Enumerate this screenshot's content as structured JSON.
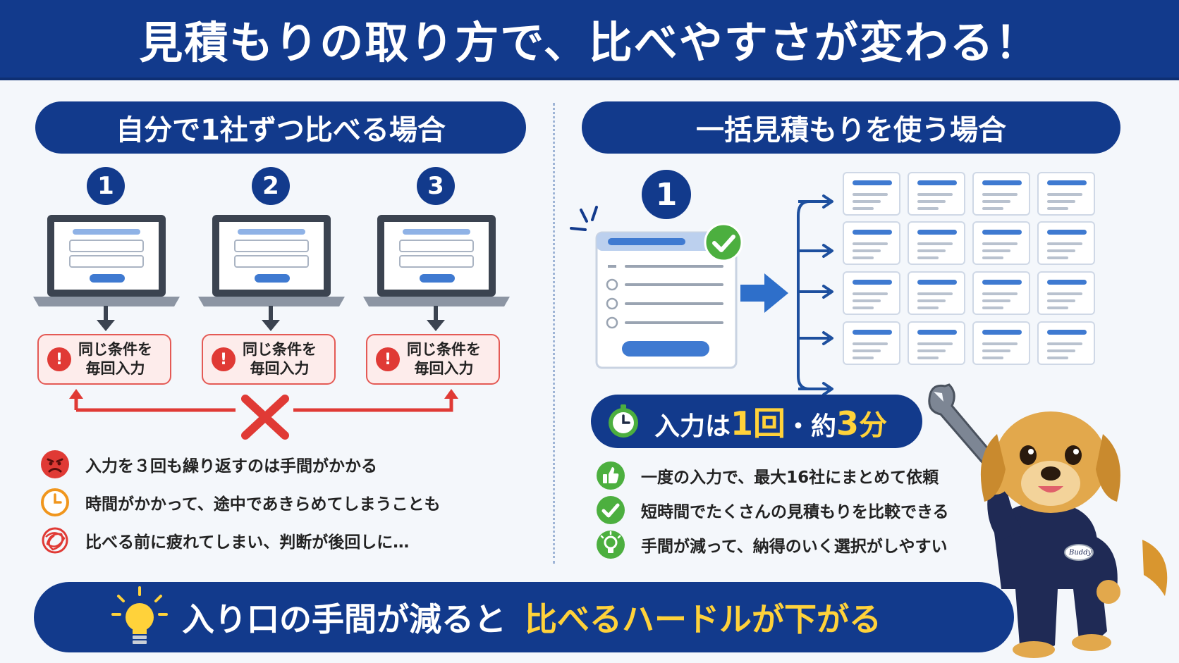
{
  "header": {
    "title": "見積もりの取り方で、比べやすさが変わる！"
  },
  "left": {
    "title": "自分で1社ずつ比べる場合",
    "steps": [
      "1",
      "2",
      "3"
    ],
    "warn_line1": "同じ条件を",
    "warn_line2": "毎回入力",
    "bullets": [
      "入力を３回も繰り返すのは手間がかかる",
      "時間がかかって、途中であきらめてしまうことも",
      "比べる前に疲れてしまい、判断が後回しに…"
    ]
  },
  "right": {
    "title": "一括見積もりを使う場合",
    "step": "1",
    "speed_prefix": "入力は",
    "speed_count": "1回",
    "speed_mid": "・約",
    "speed_min": "3",
    "speed_unit": "分",
    "bullets": [
      "一度の入力で、最大16社にまとめて依頼",
      "短時間でたくさんの見積もりを比較できる",
      "手間が減って、納得のいく選択がしやすい"
    ]
  },
  "footer": {
    "part1": "入り口の手間が減ると",
    "part2": "比べるハードルが下がる"
  },
  "mascot": {
    "badge": "Buddy"
  },
  "colors": {
    "navy": "#123a8c",
    "yellow": "#ffd23a",
    "red": "#e03a35",
    "green": "#4caf3f",
    "blue": "#3f7ad1"
  }
}
